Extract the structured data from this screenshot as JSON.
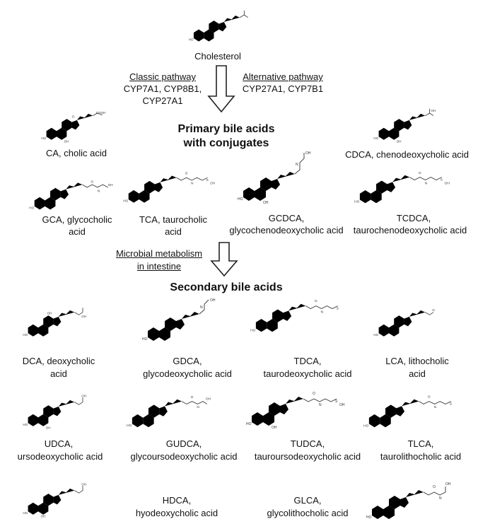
{
  "top": {
    "cholesterol": "Cholesterol"
  },
  "pathways": {
    "classic_title": "Classic pathway",
    "classic_enzymes_1": "CYP7A1, CYP8B1,",
    "classic_enzymes_2": "CYP27A1",
    "alternative_title": "Alternative pathway",
    "alternative_enzymes": "CYP27A1, CYP7B1"
  },
  "primary": {
    "heading_1": "Primary bile acids",
    "heading_2": "with conjugates",
    "ca": "CA, cholic acid",
    "cdca": "CDCA, chenodeoxycholic acid",
    "gca_1": "GCA, glycocholic",
    "gca_2": "acid",
    "tca_1": "TCA, taurocholic",
    "tca_2": "acid",
    "gcdca_1": "GCDCA,",
    "gcdca_2": "glycochenodeoxycholic acid",
    "tcdca_1": "TCDCA,",
    "tcdca_2": "taurochenodeoxycholic acid"
  },
  "microbial": {
    "line_1": "Microbial metabolism",
    "line_2": "in intestine"
  },
  "secondary": {
    "heading": "Secondary bile acids",
    "dca_1": "DCA, deoxycholic",
    "dca_2": "acid",
    "gdca_1": "GDCA,",
    "gdca_2": "glycodeoxycholic acid",
    "tdca_1": "TDCA,",
    "tdca_2": "taurodeoxycholic acid",
    "lca_1": "LCA, lithocholic",
    "lca_2": "acid",
    "udca_1": "UDCA,",
    "udca_2": "ursodeoxycholic acid",
    "gudca_1": "GUDCA,",
    "gudca_2": "glycoursodeoxycholic acid",
    "tudca_1": "TUDCA,",
    "tudca_2": "tauroursodeoxycholic acid",
    "tlca_1": "TLCA,",
    "tlca_2": "taurolithocholic acid",
    "hdca_1": "HDCA,",
    "hdca_2": "hyodeoxycholic acid",
    "glca_1": "GLCA,",
    "glca_2": "glycolithocholic acid"
  },
  "atoms": {
    "oh": "HO",
    "hydroxyl": "OH",
    "oxygen": "O",
    "nitrogen": "N",
    "hydrogen": "H",
    "sulfur": "S",
    "cooh": "COOH"
  }
}
